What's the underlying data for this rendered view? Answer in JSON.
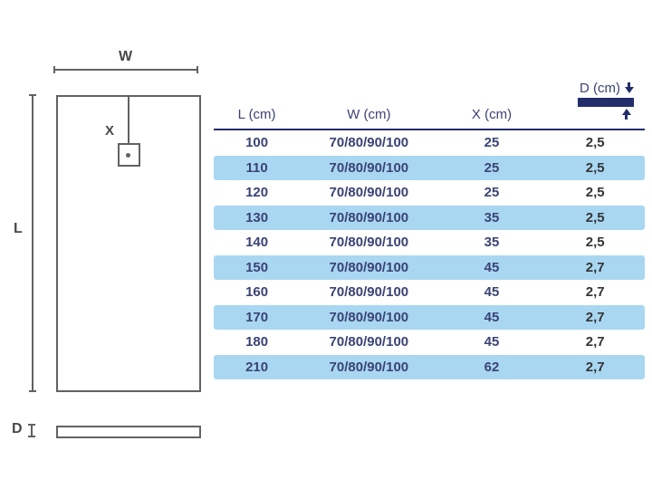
{
  "diagram": {
    "width_label": "W",
    "length_label": "L",
    "drain_label": "X",
    "depth_label": "D"
  },
  "table": {
    "headers": [
      {
        "label": "L (cm)"
      },
      {
        "label": "W (cm)"
      },
      {
        "label": "X (cm)"
      },
      {
        "label": "D (cm)"
      }
    ],
    "rows": [
      {
        "l": "100",
        "w": "70/80/90/100",
        "x": "25",
        "d": "2,5",
        "highlight": false
      },
      {
        "l": "110",
        "w": "70/80/90/100",
        "x": "25",
        "d": "2,5",
        "highlight": true
      },
      {
        "l": "120",
        "w": "70/80/90/100",
        "x": "25",
        "d": "2,5",
        "highlight": false
      },
      {
        "l": "130",
        "w": "70/80/90/100",
        "x": "35",
        "d": "2,5",
        "highlight": true
      },
      {
        "l": "140",
        "w": "70/80/90/100",
        "x": "35",
        "d": "2,5",
        "highlight": false
      },
      {
        "l": "150",
        "w": "70/80/90/100",
        "x": "45",
        "d": "2,7",
        "highlight": true
      },
      {
        "l": "160",
        "w": "70/80/90/100",
        "x": "45",
        "d": "2,7",
        "highlight": false
      },
      {
        "l": "170",
        "w": "70/80/90/100",
        "x": "45",
        "d": "2,7",
        "highlight": true
      },
      {
        "l": "180",
        "w": "70/80/90/100",
        "x": "45",
        "d": "2,7",
        "highlight": false
      },
      {
        "l": "210",
        "w": "70/80/90/100",
        "x": "62",
        "d": "2,7",
        "highlight": true
      }
    ]
  },
  "colors": {
    "navy_text": "#3a4374",
    "navy_accent": "#232e6b",
    "highlight_blue": "#a9d7f1",
    "dark_value": "#343437",
    "diagram_line": "#616265",
    "diagram_label": "#48484a"
  }
}
